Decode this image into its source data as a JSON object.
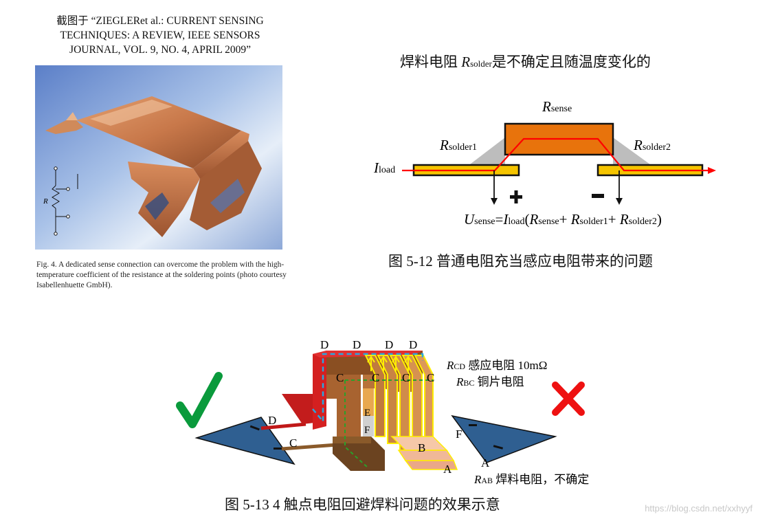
{
  "citation": {
    "line1": "截图于  “ZIEGLERet al.: CURRENT SENSING",
    "line2": "TECHNIQUES: A REVIEW, IEEE SENSORS",
    "line3": "JOURNAL, VOL. 9, NO. 4, APRIL 2009”"
  },
  "photo": {
    "resistor_label": "R",
    "caption": "Fig. 4.   A dedicated sense connection can overcome the problem with the high-temperature coefficient of the resistance at the soldering points (photo courtesy Isabellenhuette GmbH)."
  },
  "fig12": {
    "title_prefix": "焊料电阻 ",
    "title_R": "R",
    "title_sub": "solder",
    "title_suffix": "是不确定且随温度变化的",
    "rsense_R": "R",
    "rsense_sub": "sense",
    "rsolder1_R": "R",
    "rsolder1_sub": "solder1",
    "rsolder2_R": "R",
    "rsolder2_sub": "solder2",
    "iload_I": "I",
    "iload_sub": "load",
    "plus": "+",
    "minus": "−",
    "formula": {
      "U": "U",
      "U_sub": "sense",
      "eq": "=",
      "I": "I",
      "I_sub": "load",
      "open": "(",
      "R1": "R",
      "R1_sub": "sense",
      "plus1": "+ ",
      "R2": "R",
      "R2_sub": "solder1",
      "plus2": "+ ",
      "R3": "R",
      "R3_sub": "solder2",
      "close": ")"
    },
    "caption": "图 5-12  普通电阻充当感应电阻带来的问题"
  },
  "fig13": {
    "labels": {
      "D": "D",
      "C": "C",
      "E": "E",
      "F": "F",
      "B": "B",
      "A": "A",
      "minus": "−",
      "minus2": "−"
    },
    "rcd_R": "R",
    "rcd_sub": "CD",
    "rcd_text": " 感应电阻 10mΩ",
    "rbc_R": "R",
    "rbc_sub": "BC",
    "rbc_text": " 铜片电阻",
    "rab_R": "R",
    "rab_sub": "AB",
    "rab_text": " 焊料电阻，不确定",
    "check_symbol": "✓",
    "cross_symbol": "✕",
    "caption": "图 5-13 4 触点电阻回避焊料问题的效果示意"
  },
  "colors": {
    "sense_orange": "#e8730c",
    "trace_red": "#ff0000",
    "pad_yellow": "#f5c400",
    "check_green": "#0a9a3c",
    "cross_red": "#ee1111",
    "triangle_blue": "#2f5f91",
    "copper": "#b06a2a"
  },
  "watermark": "https://blog.csdn.net/xxhyyf"
}
